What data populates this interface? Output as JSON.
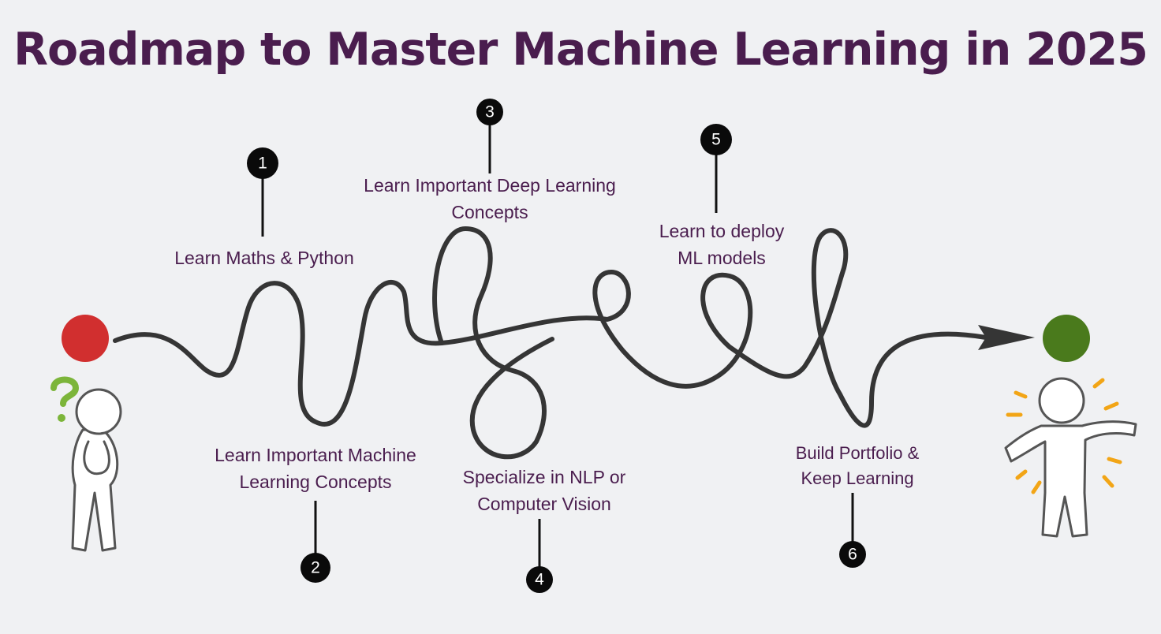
{
  "title": "Roadmap to Master Machine Learning in 2025",
  "colors": {
    "title": "#4a1d4e",
    "start_dot": "#d12f2f",
    "end_dot": "#4a7a1c",
    "path": "#353535",
    "question_mark": "#7cb53a",
    "celebration_rays": "#f2a516"
  },
  "steps": [
    {
      "number": "1",
      "line1": "Learn Maths & Python",
      "line2": ""
    },
    {
      "number": "2",
      "line1": "Learn Important Machine",
      "line2": "Learning Concepts"
    },
    {
      "number": "3",
      "line1": "Learn Important Deep Learning",
      "line2": "Concepts"
    },
    {
      "number": "4",
      "line1": "Specialize in NLP or",
      "line2": "Computer Vision"
    },
    {
      "number": "5",
      "line1": "Learn to deploy",
      "line2": "ML models"
    },
    {
      "number": "6",
      "line1": "Build Portfolio &",
      "line2": "Keep Learning"
    }
  ],
  "icons": {
    "start": "red-start-dot",
    "end": "green-end-dot",
    "thinking_person": "thinking-person-icon",
    "happy_person": "celebrating-person-icon"
  }
}
